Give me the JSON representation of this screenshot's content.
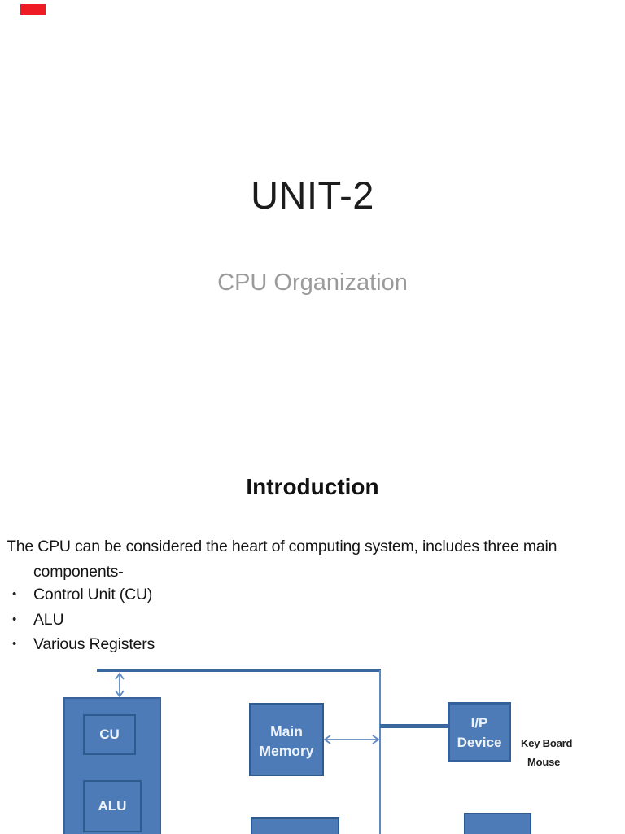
{
  "annotation": {
    "red_mark_color": "#ee1b24"
  },
  "slide1": {
    "title": "UNIT-2",
    "subtitle": "CPU Organization",
    "title_color": "#1c1c1c",
    "subtitle_color": "#9b9b9b"
  },
  "slide2": {
    "heading": "Introduction",
    "paragraph_lines": [
      "The CPU can be considered the heart of computing system, includes three main",
      "components-"
    ],
    "bullet_char": "•",
    "bullets": [
      "Control Unit (CU)",
      "ALU",
      "Various Registers"
    ],
    "diagram": {
      "colors": {
        "box_fill": "#4c7bb7",
        "box_border": "#2e5a8e",
        "bus_line": "#3b67a1",
        "thin_line_and_arrows": "#5e89c0",
        "box_label_text": "#edf2f8"
      },
      "labels": {
        "cu": "CU",
        "alu": "ALU",
        "main_memory_line1": "Main",
        "main_memory_line2": "Memory",
        "ip_device_line1": "I/P",
        "ip_device_line2": "Device",
        "keyboard": "Key Board",
        "mouse": "Mouse"
      }
    }
  }
}
